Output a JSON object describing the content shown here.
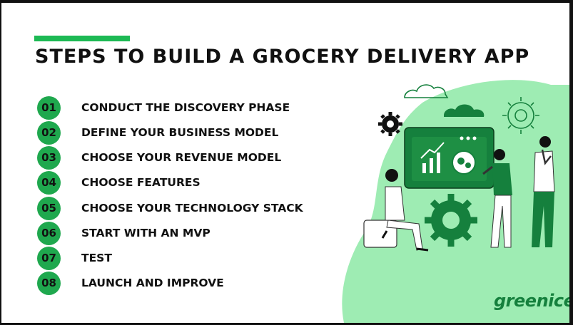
{
  "title": "STEPS TO BUILD A GROCERY DELIVERY APP",
  "steps": [
    {
      "num": "01",
      "label": "CONDUCT THE DISCOVERY PHASE"
    },
    {
      "num": "02",
      "label": "DEFINE YOUR BUSINESS MODEL"
    },
    {
      "num": "03",
      "label": "CHOOSE YOUR REVENUE MODEL"
    },
    {
      "num": "04",
      "label": "CHOOSE FEATURES"
    },
    {
      "num": "05",
      "label": "CHOOSE YOUR TECHNOLOGY STACK"
    },
    {
      "num": "06",
      "label": "START WITH AN MVP"
    },
    {
      "num": "07",
      "label": "TEST"
    },
    {
      "num": "08",
      "label": "LAUNCH AND IMPROVE"
    }
  ],
  "logo": "greenice",
  "colors": {
    "accent": "#1db954",
    "badge": "#1fa84e",
    "blob": "#9eecb3",
    "dark_green": "#15803d"
  }
}
